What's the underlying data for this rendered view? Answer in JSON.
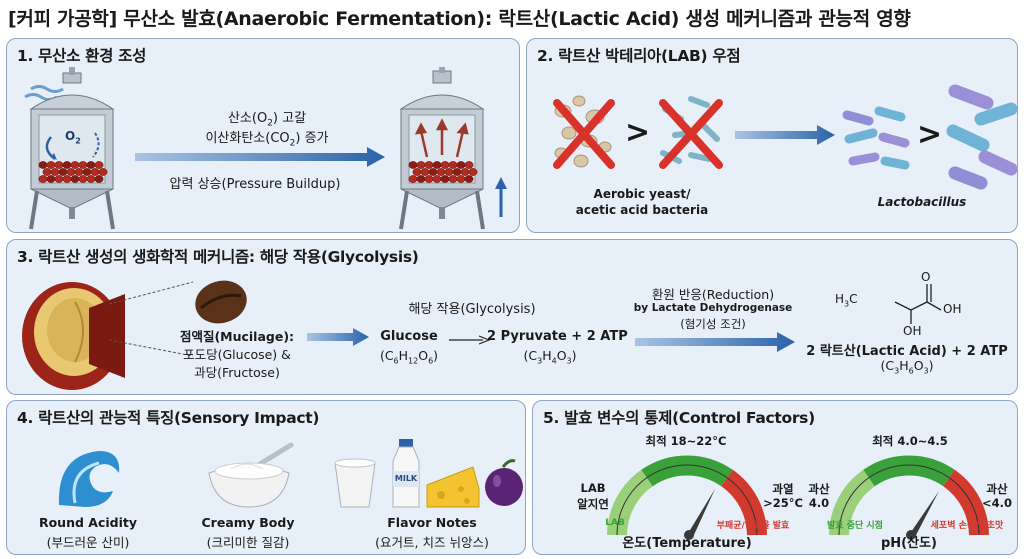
{
  "title": "[커피 가공학] 무산소 발효(Anaerobic Fermentation): 락트산(Lactic Acid) 생성 메커니즘과 관능적 영향",
  "panel1": {
    "title": "1. 무산소 환경 조성",
    "o2_label": "O",
    "o2_sub": "2",
    "arrow_line1_a": "산소(O",
    "arrow_line1_sub": "2",
    "arrow_line1_b": ") 고갈",
    "arrow_line2_a": "이산화탄소(CO",
    "arrow_line2_sub": "2",
    "arrow_line2_b": ") 증가",
    "pressure": "압력 상승(Pressure Buildup)"
  },
  "panel2": {
    "title": "2. 락트산 박테리아(LAB) 우점",
    "gt1": ">",
    "gt2": ">",
    "aerobic_line1": "Aerobic yeast/",
    "aerobic_line2": "acetic acid bacteria",
    "lacto": "Lactobacillus"
  },
  "panel3": {
    "title": "3. 락트산 생성의 생화학적 메커니즘: 해당 작용(Glycolysis)",
    "mucilage_line1": "점액질(Mucilage):",
    "mucilage_line2": "포도당(Glucose) &",
    "mucilage_line3": "과당(Fructose)",
    "glycolysis_label": "해당 작용(Glycolysis)",
    "glucose": "Glucose",
    "glucose_formula": [
      "(C",
      "6",
      "H",
      "12",
      "O",
      "6",
      ")"
    ],
    "pyruvate": "2 Pyruvate + 2 ATP",
    "pyruvate_formula": [
      "(C",
      "3",
      "H",
      "4",
      "O",
      "3",
      ")"
    ],
    "reduction_line1": "환원 반응(Reduction)",
    "reduction_line2": "by Lactate Dehydrogenase",
    "reduction_line3": "(혐기성 조건)",
    "lactic": "2 락트산(Lactic Acid) + 2 ATP",
    "lactic_formula": [
      "(C",
      "3",
      "H",
      "6",
      "O",
      "3",
      ")"
    ],
    "mol_h3c": "H",
    "mol_h3c_sub": "3",
    "mol_c": "C",
    "mol_o": "O",
    "mol_oh1": "OH",
    "mol_oh2": "OH"
  },
  "panel4": {
    "title": "4. 락트산의 관능적 특징(Sensory Impact)",
    "milk": "MILK",
    "items": [
      {
        "line1": "Round Acidity",
        "line2": "(부드러운 산미)"
      },
      {
        "line1": "Creamy Body",
        "line2": "(크리미한 질감)"
      },
      {
        "line1": "Flavor Notes",
        "line2": "(요거트, 치즈 뉘앙스)"
      }
    ]
  },
  "panel5": {
    "title": "5. 발효 변수의 통제(Control Factors)",
    "temp": {
      "optimal": "최적 18~22°C",
      "left_line1": "LAB",
      "left_line2": "알지연",
      "right_line1": "과열",
      "right_line2": ">25°C",
      "low_note": "LAB",
      "high_note": "부패균/알코올 발효",
      "label": "온도(Temperature)"
    },
    "ph": {
      "optimal": "최적 4.0~4.5",
      "left_line1": "과산",
      "left_line2": "4.0",
      "right_line1": "과산",
      "right_line2": "<4.0",
      "low_note": "발효 중단 시점",
      "high_note": "세포벽 손상/식초맛",
      "label": "pH(산도)"
    }
  },
  "colors": {
    "arrow_blue": "#2a63a8",
    "panel_bg": "#e7eff8",
    "cross_red": "#d8322b",
    "gauge_green": "#3aa13a",
    "gauge_red": "#d23a30"
  }
}
